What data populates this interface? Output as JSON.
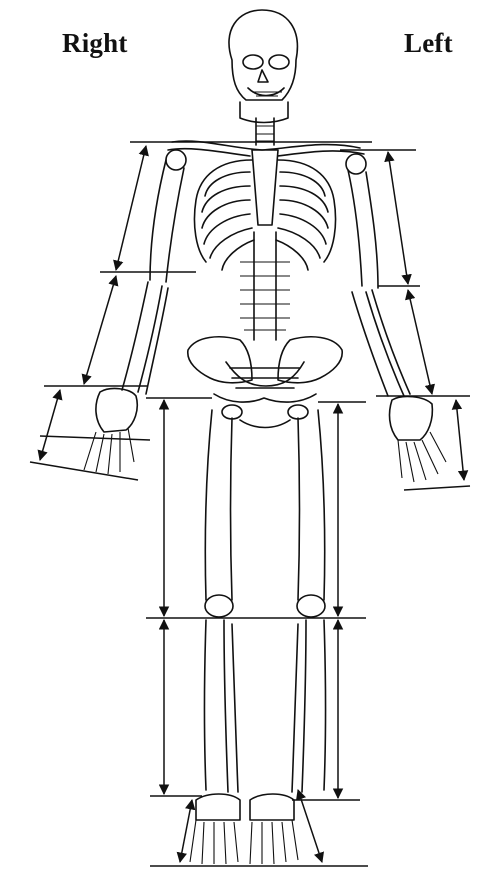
{
  "labels": {
    "right": "Right",
    "left": "Left"
  },
  "figure": {
    "subject": "skeleton-front-view",
    "colors": {
      "ink": "#111111",
      "background": "#ffffff"
    }
  }
}
